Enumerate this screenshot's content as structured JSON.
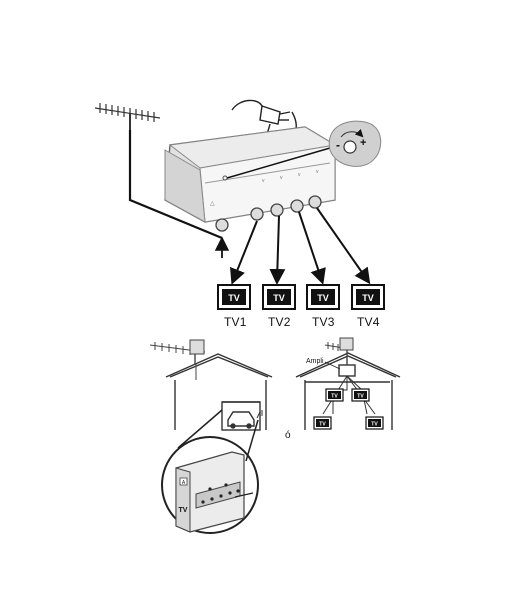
{
  "top_diagram": {
    "outputs": [
      {
        "screen": "TV",
        "caption": "TV1"
      },
      {
        "screen": "TV",
        "caption": "TV2"
      },
      {
        "screen": "TV",
        "caption": "TV3"
      },
      {
        "screen": "TV",
        "caption": "TV4"
      }
    ],
    "gain_knob": {
      "minus": "-",
      "plus": "+"
    }
  },
  "bottom_left": {
    "cabinet_tv": "TV",
    "cabinet_a": "A"
  },
  "separator": "ó",
  "bottom_right": {
    "amp_label": "Ampli",
    "screens": [
      "TV",
      "TV",
      "TV",
      "TV"
    ]
  }
}
